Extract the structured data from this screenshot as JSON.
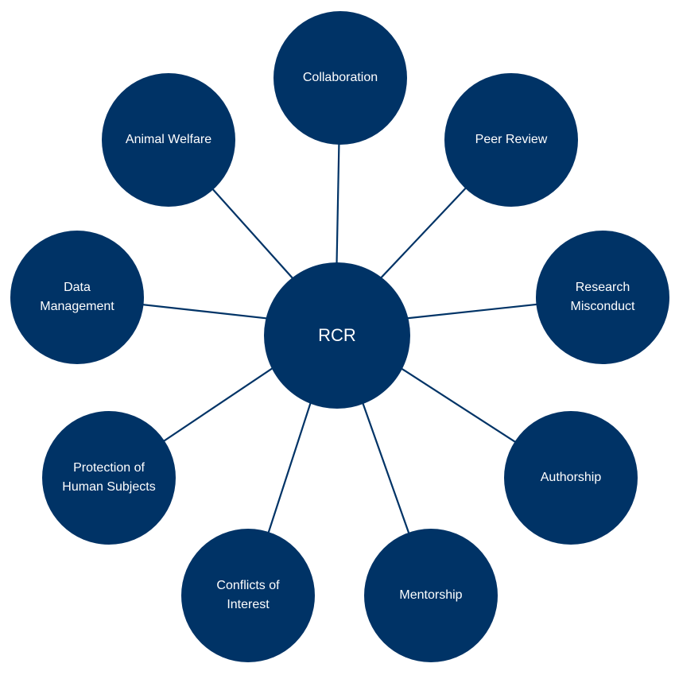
{
  "colors": {
    "node_fill": "#003366",
    "connector": "#003366",
    "text": "#ffffff",
    "background": "#ffffff"
  },
  "center": {
    "label": "RCR"
  },
  "nodes": [
    {
      "label": "Collaboration"
    },
    {
      "label": "Peer Review"
    },
    {
      "label": "Research\nMisconduct"
    },
    {
      "label": "Authorship"
    },
    {
      "label": "Mentorship"
    },
    {
      "label": "Conflicts of\nInterest"
    },
    {
      "label": "Protection of\nHuman Subjects"
    },
    {
      "label": "Data\nManagement"
    },
    {
      "label": "Animal Welfare"
    }
  ]
}
